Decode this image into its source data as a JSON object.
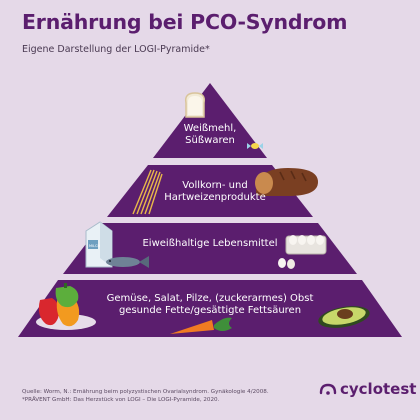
{
  "title": "Ernährung bei PCO-Syndrom",
  "subtitle": "Eigene Darstellung der LOGI-Pyramide*",
  "pyramid": {
    "tiers": [
      {
        "line1": "Weißmehl,",
        "line2": "Süßwaren",
        "foods": [
          "bread-slice",
          "candy"
        ]
      },
      {
        "line1": "Vollkorn- und",
        "line2": "Hartweizenprodukte",
        "foods": [
          "pasta",
          "bread-loaf"
        ]
      },
      {
        "line1": "Eiweißhaltige Lebensmittel",
        "line2": "",
        "foods": [
          "milk-carton",
          "fish",
          "eggs"
        ]
      },
      {
        "line1": "Gemüse, Salat, Pilze, (zuckerarmes) Obst",
        "line2": "gesunde Fette/gesättigte Fettsäuren",
        "foods": [
          "bell-peppers",
          "carrot",
          "avocado"
        ]
      }
    ],
    "carton_label": "MILCH"
  },
  "source": {
    "line1": "Quelle: Worm, N.: Ernährung beim polyzystischen Ovarialsyndrom. Gynäkologie 4/2008.",
    "line2": "*PRÄVENT GmbH: Das Herzstück von LOGI – Die LOGI-Pyramide, 2020."
  },
  "brand": {
    "name": "cyclotest",
    "icon": "cyclotest-logo-icon"
  },
  "colors": {
    "background": "#e5d9e8",
    "pyramid": "#5b1e6e",
    "title": "#5b1e6e",
    "text_on_pyramid": "#ffffff"
  }
}
